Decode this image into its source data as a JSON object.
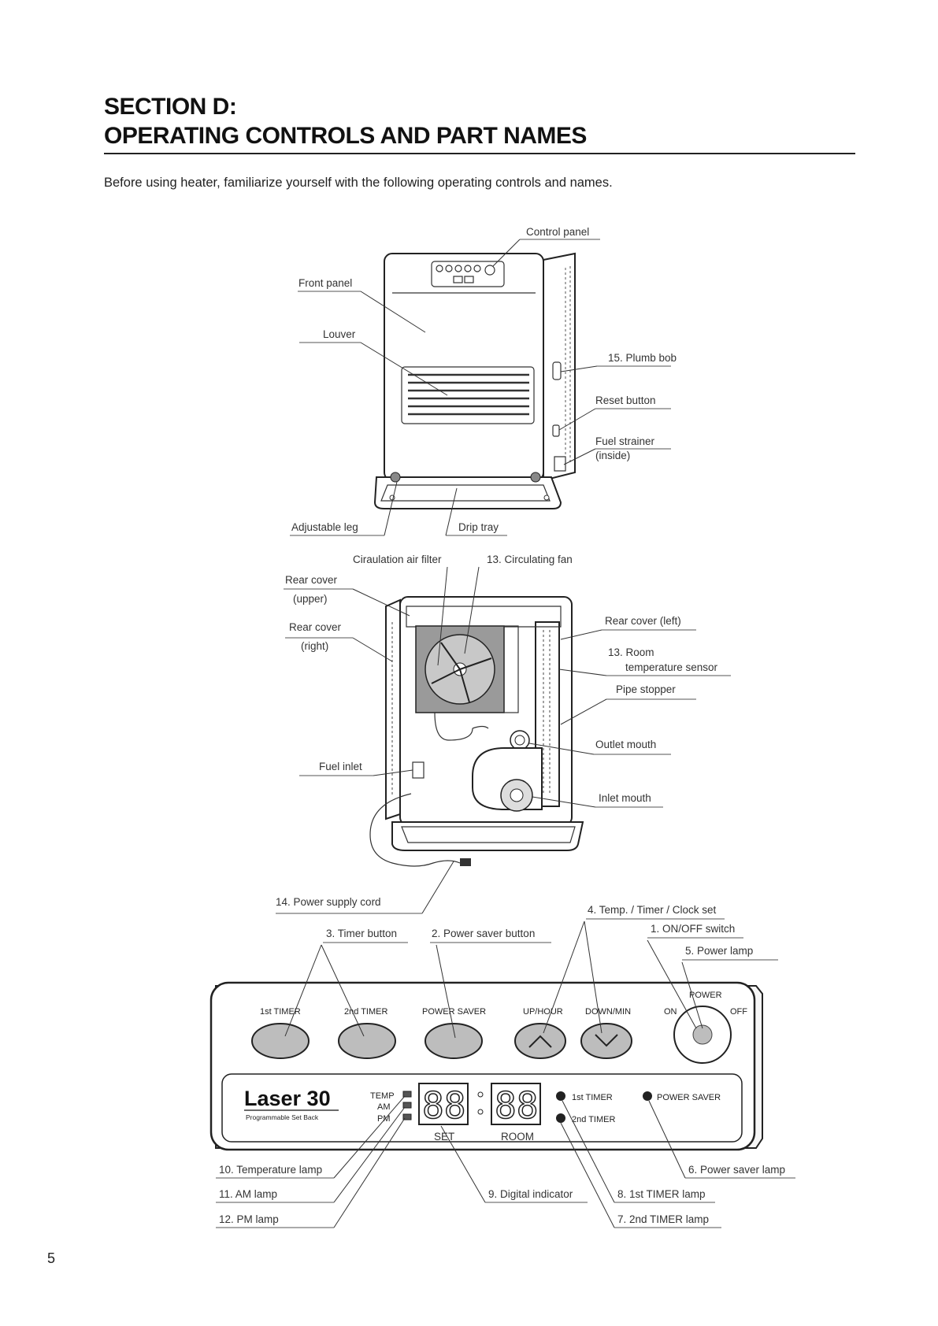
{
  "header": {
    "title_line1": "SECTION D:",
    "title_line2": "OPERATING CONTROLS AND PART NAMES",
    "intro": "Before using heater, familiarize yourself with the following operating controls and names."
  },
  "front_view": {
    "control_panel": "Control panel",
    "front_panel": "Front panel",
    "louver": "Louver",
    "plumb_bob": "15. Plumb bob",
    "reset_button": "Reset button",
    "fuel_strainer": "Fuel strainer",
    "fuel_strainer_note": "(inside)",
    "adjustable_leg": "Adjustable leg",
    "drip_tray": "Drip tray"
  },
  "rear_view": {
    "air_filter": "Ciraulation air filter",
    "circulating_fan": "13. Circulating fan",
    "rear_cover_upper": "Rear cover",
    "rear_cover_upper_note": "(upper)",
    "rear_cover_right": "Rear cover",
    "rear_cover_right_note": "(right)",
    "rear_cover_left": "Rear cover (left)",
    "room_sensor_1": "13. Room",
    "room_sensor_2": "temperature sensor",
    "pipe_stopper": "Pipe stopper",
    "outlet_mouth": "Outlet mouth",
    "fuel_inlet": "Fuel inlet",
    "inlet_mouth": "Inlet mouth",
    "power_cord": "14. Power supply cord"
  },
  "panel_callouts": {
    "temp_timer_clock": "4. Temp. / Timer / Clock set",
    "timer_button": "3. Timer button",
    "power_saver_button": "2. Power saver button",
    "on_off_switch": "1. ON/OFF switch",
    "power_lamp": "5. Power lamp",
    "temperature_lamp": "10. Temperature lamp",
    "am_lamp": "11. AM lamp",
    "pm_lamp": "12. PM lamp",
    "digital_indicator": "9. Digital indicator",
    "power_saver_lamp": "6. Power saver lamp",
    "first_timer_lamp": "8. 1st TIMER lamp",
    "second_timer_lamp": "7. 2nd TIMER lamp"
  },
  "control_panel": {
    "btn_1st_timer": "1st TIMER",
    "btn_2nd_timer": "2nd TIMER",
    "btn_power_saver": "POWER SAVER",
    "btn_up_hour": "UP/HOUR",
    "btn_down_min": "DOWN/MIN",
    "on": "ON",
    "off": "OFF",
    "power": "POWER",
    "brand": "Laser 30",
    "brand_sub": "Programmable Set Back",
    "temp": "TEMP",
    "am": "AM",
    "pm": "PM",
    "display_set": "88",
    "display_room": "88",
    "set": "SET",
    "room": "ROOM",
    "lamp_1st_timer": "1st TIMER",
    "lamp_2nd_timer": "2nd TIMER",
    "lamp_power_saver": "POWER SAVER"
  },
  "footer": {
    "page_number": "5"
  }
}
